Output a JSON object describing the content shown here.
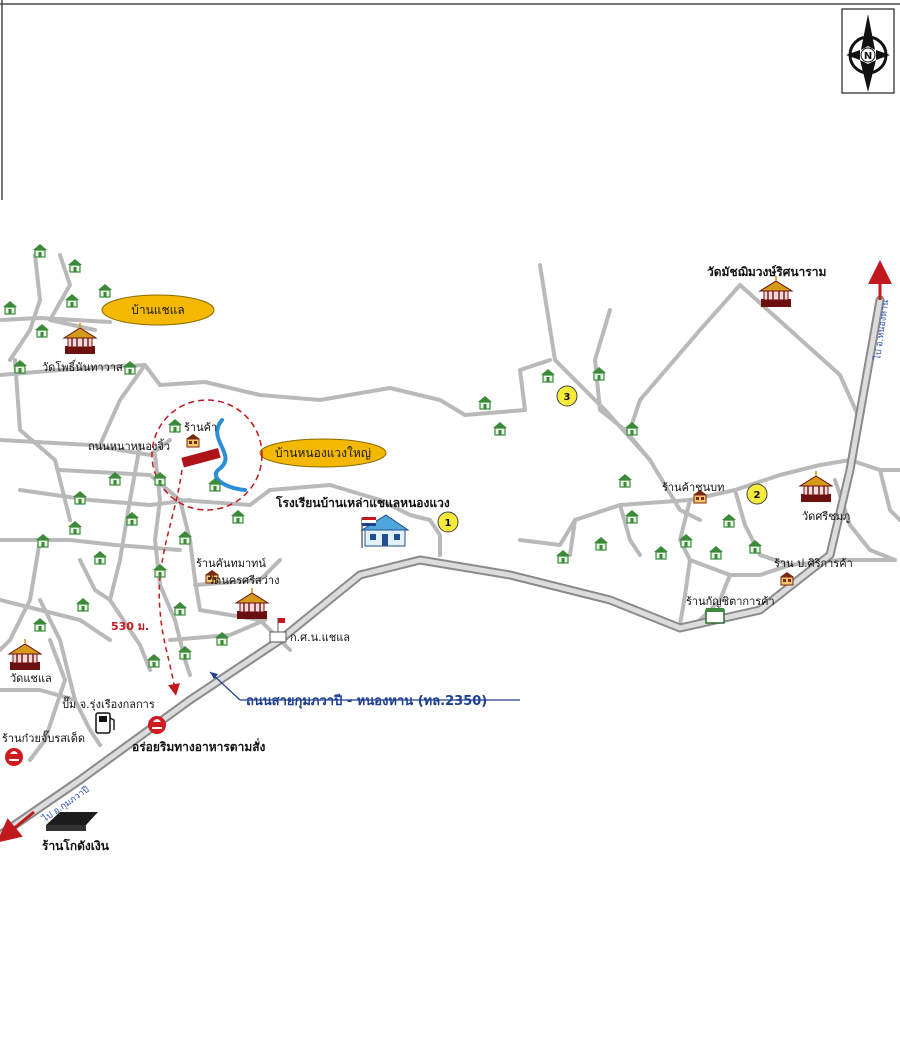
{
  "colors": {
    "road": "#b9b9b9",
    "main_road": "#a9a9a9",
    "route": "#c0191e",
    "stream": "#2a8fd6",
    "oval_fill": "#f5b800",
    "marker_fill": "#f6ea3a",
    "house_green": "#3a8a3a",
    "temple_red": "#8a1a1a",
    "road_label_blue": "#1f3f8f"
  },
  "compass": {
    "label": "N",
    "icon": "compass-icon"
  },
  "villages": [
    {
      "label": "บ้านแชแล"
    },
    {
      "label": "บ้านหนองแวงใหญ่"
    }
  ],
  "places": {
    "temple_pho": "วัดโพธิ์นันทาวาส",
    "road_name_small": "ถนนหนาหนองจิ้ว",
    "shop_1": "ร้านค้า",
    "shop_2": "ร้านคันทมาทน์",
    "temple_nakhon": "วัดนครศรีสว่าง",
    "temple_chaelae": "วัดแชแล",
    "gas_station": "ปั๊ม จ.รุ่งเรืองกลการ",
    "noodle_shop": "ร้านก๋วยจั๊บรสเด็ด",
    "restaurant": "อร่อยริมทางอาหารตามสั่ง",
    "cooperative": "ก.ศ.น.แชแล",
    "school": "โรงเรียนบ้านเหล่าแชแลหนองแวง",
    "temple_machima": "วัดมัชฌิมวงษ์ริศนาราม",
    "shop_chonbot": "ร้านค้าชนบท",
    "temple_srichom": "วัดศรีชมภู",
    "shop_sirikha": "ร้าน ป.ศิริการค้า",
    "shop_anusitha": "ร้านกัญชิตาการค้า",
    "store_kotung": "ร้านโกดังเงิน"
  },
  "road": {
    "main_label": "ถนนสายกุมภวาปี - หนองหาน (ทล.2350)",
    "dir_left": "ไป อ.กุมภวาปี",
    "dir_right": "ไป อ.หนองหาน"
  },
  "distance": "530 ม.",
  "markers": [
    "1",
    "2",
    "3"
  ]
}
